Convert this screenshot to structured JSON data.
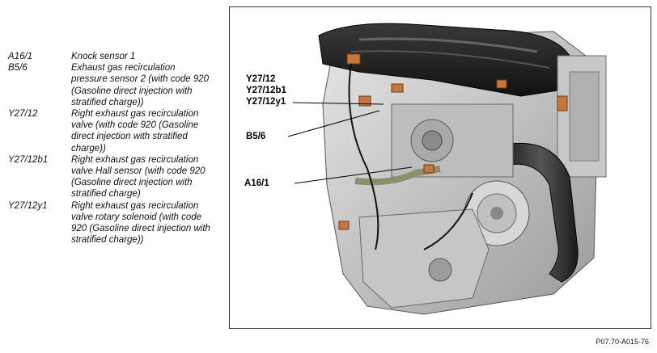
{
  "legend": [
    {
      "code": "A16/1",
      "desc": "Knock sensor 1"
    },
    {
      "code": "B5/6",
      "desc": "Exhaust gas recirculation pressure sensor 2 (with code 920 (Gasoline direct injection with stratified charge))"
    },
    {
      "code": "Y27/12",
      "desc": "Right exhaust gas recirculation valve (with code 920 (Gasoline direct injection with stratified charge))"
    },
    {
      "code": "Y27/12b1",
      "desc": "Right exhaust gas recirculation valve Hall sensor (with code 920 (Gasoline direct injection with stratified charge)"
    },
    {
      "code": "Y27/12y1",
      "desc": "Right exhaust gas recirculation valve rotary solenoid (with code 920 (Gasoline direct injection with stratified charge))"
    }
  ],
  "callouts": {
    "y27_12": "Y27/12",
    "y27_12b1": "Y27/12b1",
    "y27_12y1": "Y27/12y1",
    "b5_6": "B5/6",
    "a16_1": "A16/1"
  },
  "figure_ref": "P07.70-A015-76"
}
